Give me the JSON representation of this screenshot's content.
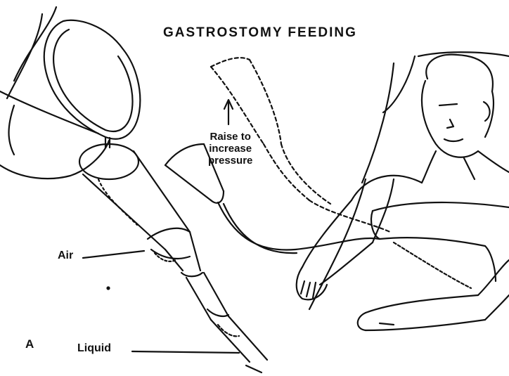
{
  "title": "GASTROSTOMY FEEDING",
  "annotation": {
    "line1": "Raise to",
    "line2": "increase",
    "line3": "pressure"
  },
  "labels": {
    "air": "Air",
    "liquid": "Liquid",
    "panel": "A"
  },
  "colors": {
    "ink": "#111111",
    "paper": "#ffffff"
  }
}
